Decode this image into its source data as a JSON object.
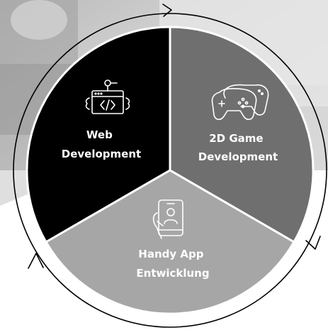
{
  "diagram": {
    "segments": [
      {
        "id": "web",
        "label_lines": [
          "Web",
          "Development"
        ],
        "fill": "#000000",
        "icon": "code-window-icon"
      },
      {
        "id": "game",
        "label_lines": [
          "2D Game",
          "Development"
        ],
        "fill": "#6f6f6f",
        "icon": "gamepad-icon"
      },
      {
        "id": "app",
        "label_lines": [
          "Handy App",
          "Entwicklung"
        ],
        "fill": "#a6a6a6",
        "icon": "smartphone-profile-icon"
      }
    ],
    "cycle": {
      "direction": "clockwise",
      "stroke": "#000000",
      "arrow_icon": "cycle-arrow-icon"
    },
    "background": {
      "description_icon": "blurred-office-photo",
      "tint": "#c9c9c9"
    }
  }
}
